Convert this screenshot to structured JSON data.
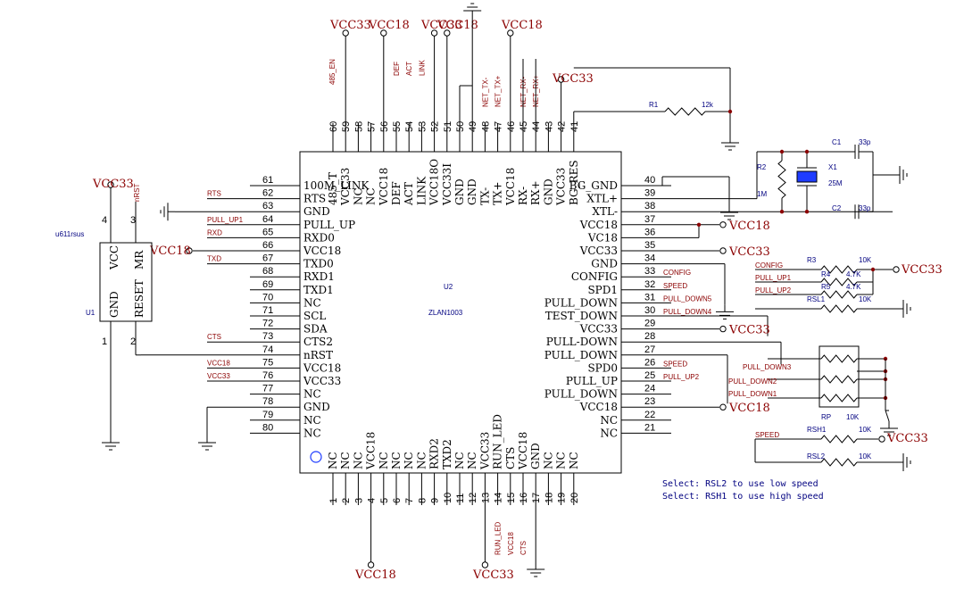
{
  "schematic": {
    "u2": {
      "ref": "U2",
      "value": "ZLAN1003",
      "left_pins": [
        {
          "num": "61",
          "name": "100M_LINK",
          "net": ""
        },
        {
          "num": "62",
          "name": "RTS",
          "net": "RTS"
        },
        {
          "num": "63",
          "name": "GND",
          "net": ""
        },
        {
          "num": "64",
          "name": "PULL_UP",
          "net": "PULL_UP1"
        },
        {
          "num": "65",
          "name": "RXD0",
          "net": "RXD"
        },
        {
          "num": "66",
          "name": "VCC18",
          "net": ""
        },
        {
          "num": "67",
          "name": "TXD0",
          "net": "TXD"
        },
        {
          "num": "68",
          "name": "RXD1",
          "net": ""
        },
        {
          "num": "69",
          "name": "TXD1",
          "net": ""
        },
        {
          "num": "70",
          "name": "NC",
          "net": ""
        },
        {
          "num": "71",
          "name": "SCL",
          "net": ""
        },
        {
          "num": "72",
          "name": "SDA",
          "net": ""
        },
        {
          "num": "73",
          "name": "CTS2",
          "net": "CTS"
        },
        {
          "num": "74",
          "name": "nRST",
          "net": ""
        },
        {
          "num": "75",
          "name": "VCC18",
          "net": "VCC18"
        },
        {
          "num": "76",
          "name": "VCC33",
          "net": "VCC33"
        },
        {
          "num": "77",
          "name": "NC",
          "net": ""
        },
        {
          "num": "78",
          "name": "GND",
          "net": ""
        },
        {
          "num": "79",
          "name": "NC",
          "net": ""
        },
        {
          "num": "80",
          "name": "NC",
          "net": ""
        }
      ],
      "right_pins": [
        {
          "num": "40",
          "name": "BG_GND",
          "net": ""
        },
        {
          "num": "39",
          "name": "XTL+",
          "net": ""
        },
        {
          "num": "38",
          "name": "XTL-",
          "net": ""
        },
        {
          "num": "37",
          "name": "VCC18",
          "net": ""
        },
        {
          "num": "36",
          "name": "VC18",
          "net": ""
        },
        {
          "num": "35",
          "name": "VCC33",
          "net": ""
        },
        {
          "num": "34",
          "name": "GND",
          "net": ""
        },
        {
          "num": "33",
          "name": "CONFIG",
          "net": "CONFIG"
        },
        {
          "num": "32",
          "name": "SPD1",
          "net": "SPEED"
        },
        {
          "num": "31",
          "name": "PULL_DOWN",
          "net": "PULL_DOWN5"
        },
        {
          "num": "30",
          "name": "TEST_DOWN",
          "net": "PULL_DOWN4"
        },
        {
          "num": "29",
          "name": "VCC33",
          "net": ""
        },
        {
          "num": "28",
          "name": "PULL-DOWN",
          "net": ""
        },
        {
          "num": "27",
          "name": "PULL_DOWN",
          "net": ""
        },
        {
          "num": "26",
          "name": "SPD0",
          "net": "SPEED"
        },
        {
          "num": "25",
          "name": "PULL_UP",
          "net": "PULL_UP2"
        },
        {
          "num": "24",
          "name": "PULL_DOWN",
          "net": ""
        },
        {
          "num": "23",
          "name": "VCC18",
          "net": ""
        },
        {
          "num": "22",
          "name": "NC",
          "net": ""
        },
        {
          "num": "21",
          "name": "NC",
          "net": ""
        }
      ],
      "top_pins": [
        {
          "num": "60",
          "name": "485_T"
        },
        {
          "num": "59",
          "name": "VCC33"
        },
        {
          "num": "58",
          "name": "NC"
        },
        {
          "num": "57",
          "name": "NC"
        },
        {
          "num": "56",
          "name": "VCC18"
        },
        {
          "num": "55",
          "name": "DEF"
        },
        {
          "num": "54",
          "name": "ACT"
        },
        {
          "num": "53",
          "name": "LINK"
        },
        {
          "num": "52",
          "name": "VCC18O"
        },
        {
          "num": "51",
          "name": "VCC33I"
        },
        {
          "num": "50",
          "name": "GND"
        },
        {
          "num": "49",
          "name": "GND"
        },
        {
          "num": "48",
          "name": "TX-"
        },
        {
          "num": "47",
          "name": "TX+"
        },
        {
          "num": "46",
          "name": "VCC18"
        },
        {
          "num": "45",
          "name": "RX-"
        },
        {
          "num": "44",
          "name": "RX+"
        },
        {
          "num": "43",
          "name": "GND"
        },
        {
          "num": "42",
          "name": "VCC33"
        },
        {
          "num": "41",
          "name": "BG_RES"
        }
      ],
      "bottom_pins": [
        {
          "num": "1",
          "name": "NC"
        },
        {
          "num": "2",
          "name": "NC"
        },
        {
          "num": "3",
          "name": "NC"
        },
        {
          "num": "4",
          "name": "VCC18"
        },
        {
          "num": "5",
          "name": "NC"
        },
        {
          "num": "6",
          "name": "NC"
        },
        {
          "num": "7",
          "name": "NC"
        },
        {
          "num": "8",
          "name": "NC"
        },
        {
          "num": "9",
          "name": "RXD2"
        },
        {
          "num": "10",
          "name": "TXD2"
        },
        {
          "num": "11",
          "name": "NC"
        },
        {
          "num": "12",
          "name": "NC"
        },
        {
          "num": "13",
          "name": "VCC33"
        },
        {
          "num": "14",
          "name": "RUN_LED"
        },
        {
          "num": "15",
          "name": "CTS"
        },
        {
          "num": "16",
          "name": "VCC18"
        },
        {
          "num": "17",
          "name": "GND"
        },
        {
          "num": "18",
          "name": "NC"
        },
        {
          "num": "19",
          "name": "NC"
        },
        {
          "num": "20",
          "name": "NC"
        }
      ],
      "top_nets": [
        "485_EN",
        "DEF",
        "ACT",
        "LINK",
        "NET_TX-",
        "NET_TX+",
        "NET_RX-",
        "NET_RX+"
      ],
      "bottom_nets": [
        "RUN_LED",
        "VCC18",
        "CTS"
      ]
    },
    "u1": {
      "ref": "U1",
      "value": "u611rsus",
      "pins": [
        {
          "num": "4",
          "name": "VCC"
        },
        {
          "num": "3",
          "name": "MR"
        },
        {
          "num": "1",
          "name": "GND"
        },
        {
          "num": "2",
          "name": "RESET"
        }
      ],
      "net_nrst": "nRST"
    },
    "power": {
      "vcc33": "VCC33",
      "vcc18": "VCC18"
    },
    "passives": {
      "r1": {
        "ref": "R1",
        "value": "12k"
      },
      "r2": {
        "ref": "R2",
        "value": "1M"
      },
      "x1": {
        "ref": "X1",
        "value": "25M"
      },
      "c1": {
        "ref": "C1",
        "value": "33p"
      },
      "c2": {
        "ref": "C2",
        "value": "33p"
      },
      "r3": {
        "ref": "R3",
        "value": "10K"
      },
      "r4": {
        "ref": "R4",
        "value": "4.7K"
      },
      "r5": {
        "ref": "R5",
        "value": "4.7K"
      },
      "rsl1": {
        "ref": "RSL1",
        "value": "10K"
      },
      "rp": {
        "ref": "RP",
        "value": "10K"
      },
      "rsh1": {
        "ref": "RSH1",
        "value": "10K"
      },
      "rsl2": {
        "ref": "RSL2",
        "value": "10K"
      }
    },
    "right_nets": {
      "config": "CONFIG",
      "pull_up1": "PULL_UP1",
      "pull_up2": "PULL_UP2",
      "pull_down3": "PULL_DOWN3",
      "pull_down2": "PULL_DOWN2",
      "pull_down1": "PULL_DOWN1",
      "speed": "SPEED"
    },
    "notes": [
      "Select: RSL2 to use low speed",
      "Select: RSH1 to use high speed"
    ]
  }
}
